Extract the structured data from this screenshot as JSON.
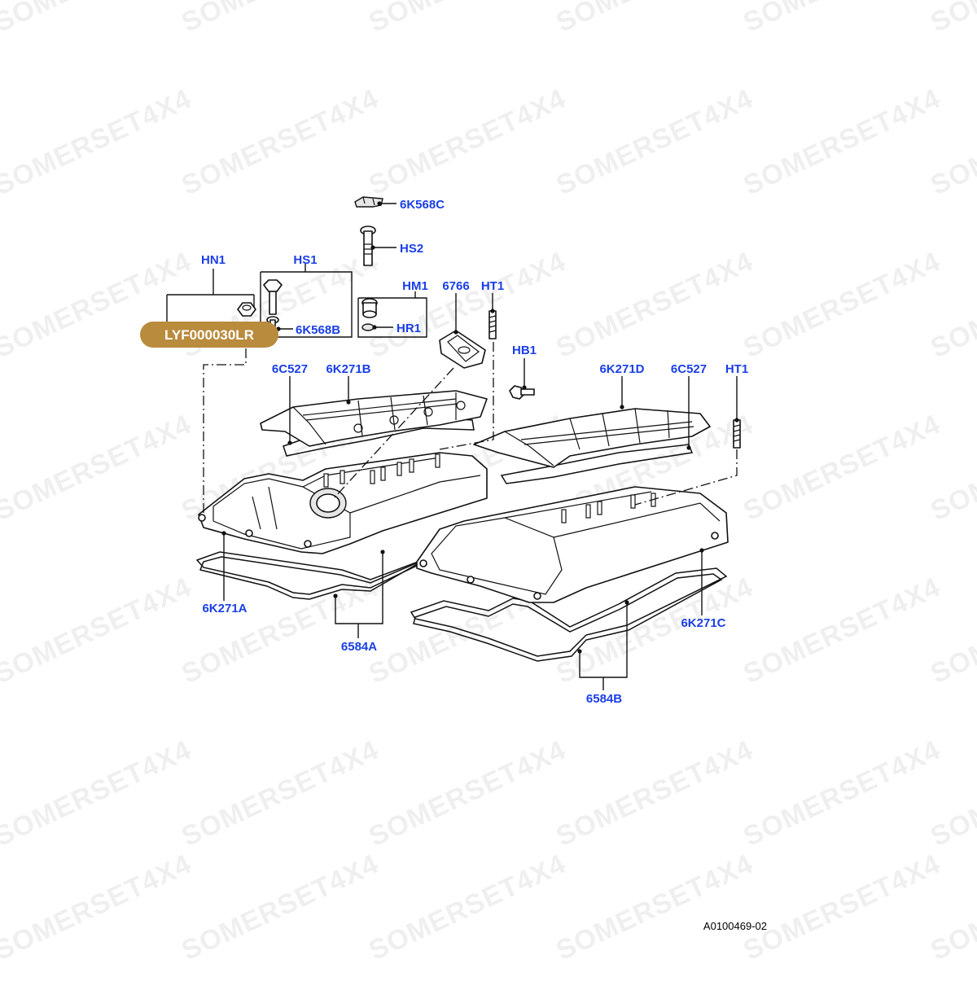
{
  "watermark": "SOMERSET4X4",
  "badge": {
    "text": "LYF000030LR",
    "color": "#b98b3c"
  },
  "labels": {
    "hn1": "HN1",
    "hs1": "HS1",
    "k568c": "6K568C",
    "hs2": "HS2",
    "k568b": "6K568B",
    "hm1": "HM1",
    "hr1": "HR1",
    "p6766": "6766",
    "ht1_top": "HT1",
    "hb1": "HB1",
    "c527_left": "6C527",
    "k271b": "6K271B",
    "k271d": "6K271D",
    "c527_right": "6C527",
    "ht1_right": "HT1",
    "k271a": "6K271A",
    "p6584a": "6584A",
    "k271c": "6K271C",
    "p6584b": "6584B"
  },
  "label_color": "#1a3fe6",
  "drawing_ref": "A0100469-02"
}
